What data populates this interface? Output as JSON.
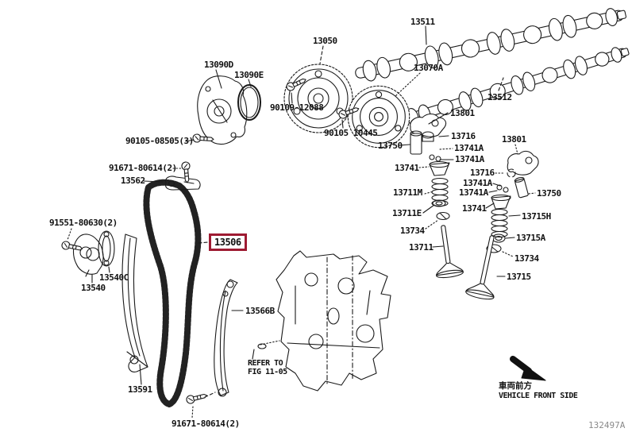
{
  "figure": {
    "code": "132497A",
    "refer_note": {
      "line1": "REFER TO",
      "line2": "FIG 11-05"
    },
    "front_marker": {
      "jp": "車両前方",
      "en": "VEHICLE FRONT SIDE"
    },
    "highlighted_part": "13506",
    "highlight_border_color": "#9e1b32",
    "line_color": "#1a1a1a"
  },
  "labels": {
    "cam_in": "13511",
    "vvt_in": "13050",
    "oil_pump": "13090D",
    "o_ring": "13090E",
    "bolt_90109_12088": "90109-12088",
    "vvt_ex": "13070A",
    "cam_ex": "13512",
    "bolt_90105_08505": "90105-08505(3)",
    "bolt_90105_10445": "90105 10445",
    "rocker_left": "13801",
    "lifter_left": "13750",
    "retainer_lock_left": "13716",
    "keeper_left_1": "13741A",
    "keeper_left_2": "13741A",
    "spring_retainer_left": "13741",
    "rocker_right": "13801",
    "retainer_lock_right": "13716",
    "keeper_right_1": "13741A",
    "keeper_right_2": "13741A",
    "spring_intake": "13711M",
    "spring_retainer_right": "13741",
    "lifter_right": "13750",
    "seat_intake": "13711E",
    "spring_exhaust": "13715H",
    "seal_left": "13734",
    "seat_exhaust": "13715A",
    "valve_intake": "13711",
    "seal_right": "13734",
    "valve_exhaust": "13715",
    "bolt_91671_top": "91671-80614(2)",
    "vibration_damper": "13562",
    "timing_chain": "13506",
    "bolt_91551": "91551-80630(2)",
    "tensioner_gasket": "13540C",
    "tensioner": "13540",
    "guide_right": "13566B",
    "guide_left": "13591",
    "bolt_91671_bottom": "91671-80614(2)"
  }
}
